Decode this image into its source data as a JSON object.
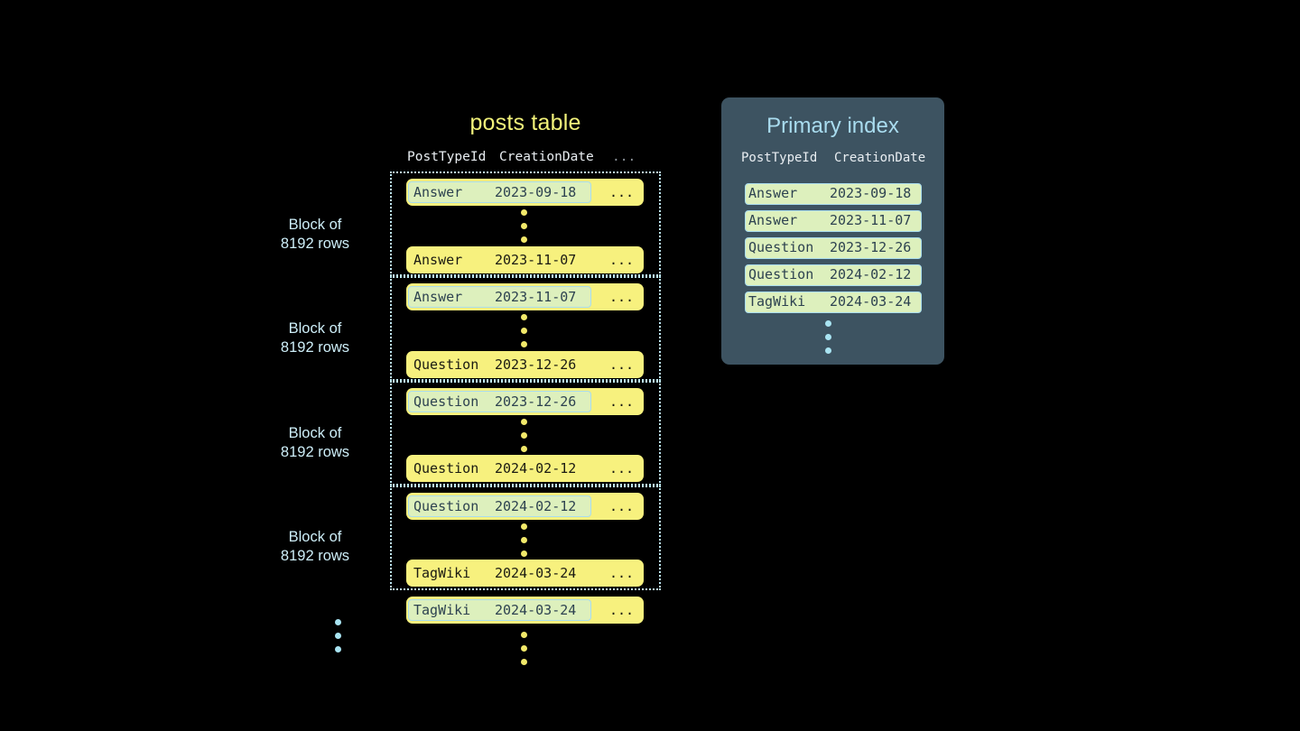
{
  "posts_table": {
    "title": "posts table",
    "columns": [
      "PostTypeId",
      "CreationDate",
      "..."
    ],
    "block_label": "Block of\n8192 rows",
    "block_label_line1": "Block of",
    "block_label_line2": "8192 rows",
    "more_cell": "...",
    "blocks": [
      {
        "label_line1": "Block of",
        "label_line2": "8192 rows",
        "first_row": {
          "post_type_id": "Answer",
          "creation_date": "2023-09-18",
          "more": "...",
          "highlighted": true
        },
        "last_row": {
          "post_type_id": "Answer",
          "creation_date": "2023-11-07",
          "more": "...",
          "highlighted": false
        }
      },
      {
        "label_line1": "Block of",
        "label_line2": "8192 rows",
        "first_row": {
          "post_type_id": "Answer",
          "creation_date": "2023-11-07",
          "more": "...",
          "highlighted": true
        },
        "last_row": {
          "post_type_id": "Question",
          "creation_date": "2023-12-26",
          "more": "...",
          "highlighted": false
        }
      },
      {
        "label_line1": "Block of",
        "label_line2": "8192 rows",
        "first_row": {
          "post_type_id": "Question",
          "creation_date": "2023-12-26",
          "more": "...",
          "highlighted": true
        },
        "last_row": {
          "post_type_id": "Question",
          "creation_date": "2024-02-12",
          "more": "...",
          "highlighted": false
        }
      },
      {
        "label_line1": "Block of",
        "label_line2": "8192 rows",
        "first_row": {
          "post_type_id": "Question",
          "creation_date": "2024-02-12",
          "more": "...",
          "highlighted": true
        },
        "last_row": {
          "post_type_id": "TagWiki",
          "creation_date": "2024-03-24",
          "more": "...",
          "highlighted": false
        }
      }
    ],
    "trailing_row": {
      "post_type_id": "TagWiki",
      "creation_date": "2024-03-24",
      "more": "...",
      "highlighted": true
    }
  },
  "primary_index": {
    "title": "Primary index",
    "columns": [
      "PostTypeId",
      "CreationDate"
    ],
    "rows": [
      {
        "post_type_id": "Answer",
        "creation_date": "2023-09-18"
      },
      {
        "post_type_id": "Answer",
        "creation_date": "2023-11-07"
      },
      {
        "post_type_id": "Question",
        "creation_date": "2023-12-26"
      },
      {
        "post_type_id": "Question",
        "creation_date": "2024-02-12"
      },
      {
        "post_type_id": "TagWiki",
        "creation_date": "2024-03-24"
      }
    ]
  },
  "colors": {
    "background": "#000000",
    "row_yellow": "#f7f17e",
    "highlight_green": "#ddf0bd",
    "highlight_border": "#a9dced",
    "panel_slate": "#3d5361",
    "accent_cyan": "#a9dcef",
    "title_yellow": "#f2f27a",
    "dot_yellow": "#f2e96a",
    "dot_cyan": "#a9e4f2",
    "header_text": "#e9eef2",
    "cell_text_dark": "#1a1a12",
    "cell_text_slate": "#2d4250"
  }
}
